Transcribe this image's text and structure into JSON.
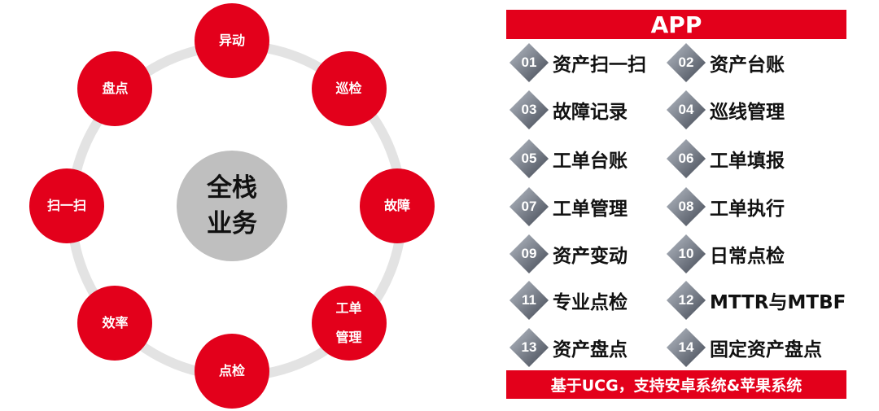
{
  "center": {
    "line1": "全栈",
    "line2": "业务"
  },
  "nodes": [
    [
      "异动"
    ],
    [
      "巡检"
    ],
    [
      "故障"
    ],
    [
      "工单",
      "管理"
    ],
    [
      "点检"
    ],
    [
      "效率"
    ],
    [
      "扫一扫"
    ],
    [
      "盘点"
    ]
  ],
  "app": {
    "title": "APP",
    "items": [
      {
        "num": "01",
        "label": "资产扫一扫"
      },
      {
        "num": "02",
        "label": "资产台账"
      },
      {
        "num": "03",
        "label": "故障记录"
      },
      {
        "num": "04",
        "label": "巡线管理"
      },
      {
        "num": "05",
        "label": "工单台账"
      },
      {
        "num": "06",
        "label": "工单填报"
      },
      {
        "num": "07",
        "label": "工单管理"
      },
      {
        "num": "08",
        "label": "工单执行"
      },
      {
        "num": "09",
        "label": "资产变动"
      },
      {
        "num": "10",
        "label": "日常点检"
      },
      {
        "num": "11",
        "label": "专业点检"
      },
      {
        "num": "12",
        "label": "MTTR与MTBF"
      },
      {
        "num": "13",
        "label": "资产盘点"
      },
      {
        "num": "14",
        "label": "固定资产盘点"
      }
    ],
    "footer": "基于UCG，支持安卓系统&苹果系统"
  },
  "colors": {
    "accent": "#e3001b",
    "ring": "#e3e3e3",
    "center": "#bfbfbf"
  }
}
